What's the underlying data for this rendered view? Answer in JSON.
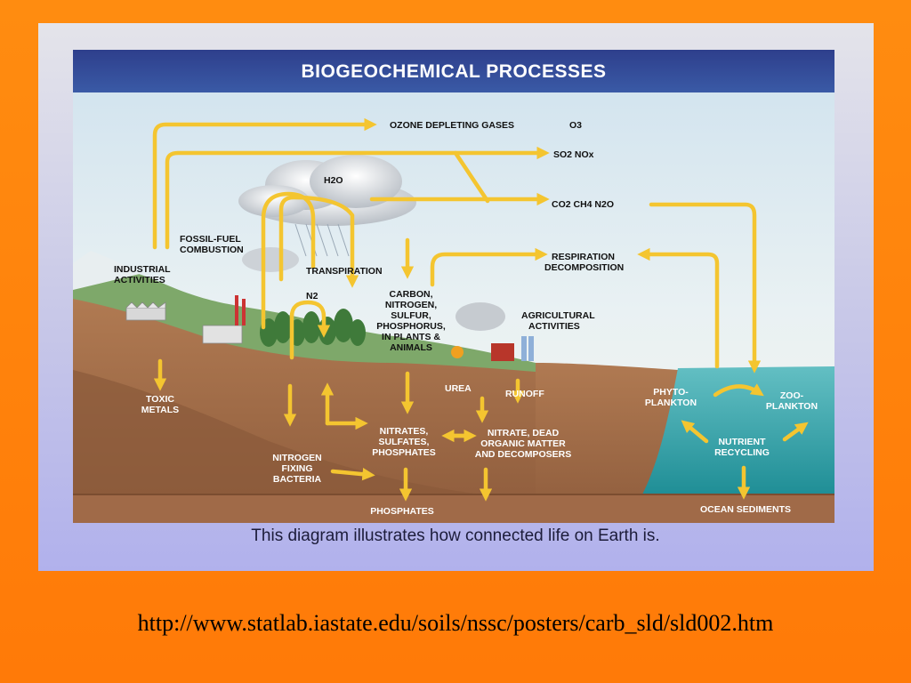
{
  "diagram": {
    "title": "BIOGEOCHEMICAL PROCESSES",
    "labels": {
      "ozone_depleting_gases": "OZONE DEPLETING GASES",
      "o3": "O3",
      "so2_nox": "SO2  NOx",
      "co2_ch4_n2o": "CO2   CH4   N2O",
      "h2o": "H2O",
      "fossil_fuel_combustion": [
        "FOSSIL-FUEL",
        "COMBUSTION"
      ],
      "industrial_activities": [
        "INDUSTRIAL",
        "ACTIVITIES"
      ],
      "transpiration": "TRANSPIRATION",
      "respiration_decomposition": [
        "RESPIRATION",
        "DECOMPOSITION"
      ],
      "n2": "N2",
      "carbon_nitrogen": [
        "CARBON,",
        "NITROGEN,",
        "SULFUR,",
        "PHOSPHORUS,",
        "IN PLANTS &",
        "ANIMALS"
      ],
      "agricultural_activities": [
        "AGRICULTURAL",
        "ACTIVITIES"
      ],
      "toxic_metals": [
        "TOXIC",
        "METALS"
      ],
      "urea": "UREA",
      "runoff": "RUNOFF",
      "phytoplankton": [
        "PHYTO-",
        "PLANKTON"
      ],
      "zooplankton": [
        "ZOO-",
        "PLANKTON"
      ],
      "nitrates_sulfates": [
        "NITRATES,",
        "SULFATES,",
        "PHOSPHATES"
      ],
      "nitrate_dead": [
        "NITRATE, DEAD",
        "ORGANIC MATTER",
        "AND DECOMPOSERS"
      ],
      "nutrient_recycling": [
        "NUTRIENT",
        "RECYCLING"
      ],
      "nitrogen_fixing": [
        "NITROGEN",
        "FIXING",
        "BACTERIA"
      ],
      "phosphates": "PHOSPHATES",
      "ocean_sediments": "OCEAN SEDIMENTS"
    }
  },
  "caption": "This diagram illustrates how connected life on Earth is.",
  "source_url": "http://www.statlab.iastate.edu/soils/nssc/posters/carb_sld/sld002.htm"
}
